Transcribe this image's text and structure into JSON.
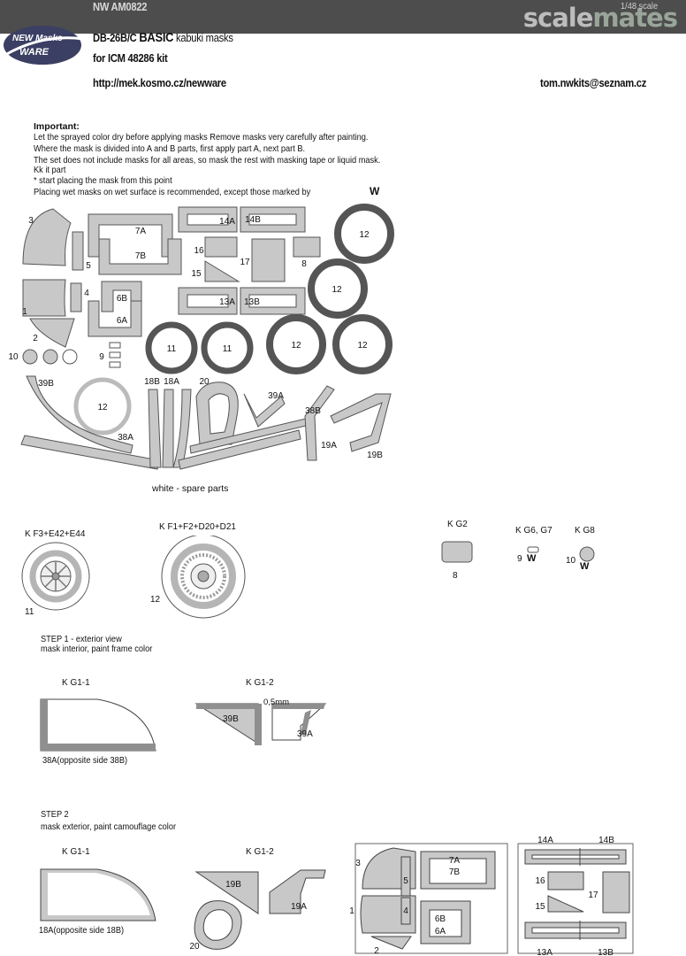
{
  "banner": {
    "site_a": "scale",
    "site_b": "mates",
    "code": "NW AM0822",
    "scale": "1/48 scale"
  },
  "logo": {
    "line1": "NEW Masks",
    "line2": "WARE"
  },
  "header": {
    "title_prefix": "DB-26B/C ",
    "title_basic": "BASIC",
    "title_suffix": " kabuki masks",
    "kit": "for ICM 48286 kit",
    "url": "http://mek.kosmo.cz/newware",
    "email": "tom.nwkits@seznam.cz"
  },
  "notes": {
    "heading": "Important:",
    "lines": [
      "Let the sprayed color dry before applying masks Remove masks very carefully after painting.",
      "Where the mask is divided into A and B parts, first apply part A, next part B.",
      "The set does not include masks for all areas, so mask the rest with masking tape or liquid mask.",
      "Kk it part",
      "* start placing the mask from this point",
      "Placing wet masks on wet surface is recommended, except those marked by"
    ],
    "w_mark": "W"
  },
  "sheet": {
    "labels": {
      "l1": "1",
      "l2": "2",
      "l3": "3",
      "l4": "4",
      "l5": "5",
      "l6a": "6A",
      "l6b": "6B",
      "l7a": "7A",
      "l7b": "7B",
      "l8": "8",
      "l9": "9",
      "l10": "10",
      "l11a": "11",
      "l11b": "11",
      "l12a": "12",
      "l12b": "12",
      "l12c": "12",
      "l12d": "12",
      "l12e": "12",
      "l13a": "13A",
      "l13b": "13B",
      "l14a": "14A",
      "l14b": "14B",
      "l15": "15",
      "l16": "16",
      "l17": "17",
      "l18a": "18A",
      "l18b": "18B",
      "l19a": "19A",
      "l19b": "19B",
      "l20": "20",
      "l38a": "38A",
      "l38b": "38B",
      "l39a": "39A",
      "l39b": "39B"
    },
    "spare_caption": "white - spare parts"
  },
  "wheels": {
    "w1_code": "K F3+E42+E44",
    "w1_num": "11",
    "w2_code": "K F1+F2+D20+D21",
    "w2_num": "12",
    "g2_code": "K G2",
    "g2_num": "8",
    "g6_code": "K G6, G7",
    "g6_num": "9",
    "g8_code": "K G8",
    "g8_num": "10",
    "w_mark": "W"
  },
  "step1": {
    "title": "STEP 1 - exterior view",
    "subtitle": "mask interior, paint frame color",
    "a_code": "K G1-1",
    "a_caption": "38A(opposite side 38B)",
    "b_code": "K G1-2",
    "b_dim": "0,5mm",
    "b_l1": "39B",
    "b_l2": "39A"
  },
  "step2": {
    "title": "STEP 2",
    "subtitle": "mask exterior, paint camouflage color",
    "a_code": "K G1-1",
    "a_caption": "18A(opposite side 18B)",
    "b_code": "K G1-2",
    "b_l1": "19B",
    "b_l2": "19A",
    "b_l3": "20",
    "c_labels": {
      "n3": "3",
      "n1": "1",
      "n2": "2",
      "n5": "5",
      "n4": "4",
      "n7a": "7A",
      "n7b": "7B",
      "n6b": "6B",
      "n6a": "6A"
    },
    "d_labels": {
      "n14a": "14A",
      "n14b": "14B",
      "n16": "16",
      "n15": "15",
      "n17": "17",
      "n13a": "13A",
      "n13b": "13B"
    }
  },
  "colors": {
    "mask": "#c8c8c8",
    "frame": "#8f8f8f",
    "banner": "#4d4d4d"
  }
}
